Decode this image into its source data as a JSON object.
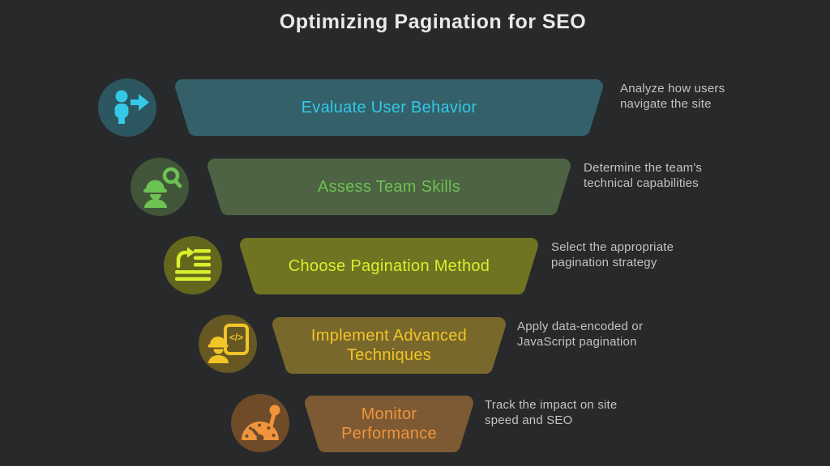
{
  "title": "Optimizing Pagination for SEO",
  "colors": {
    "background": "#27292a",
    "title_text": "#e9e9e9",
    "description_text": "#c3c3c3"
  },
  "steps": [
    {
      "label": "Evaluate User Behavior",
      "description": "Analyze how users navigate the site",
      "icon": "person-arrow-icon",
      "fill": "#336069",
      "accent": "#35c8e8",
      "circle": "#2c5660"
    },
    {
      "label": "Assess Team Skills",
      "description": "Determine the team's technical capabilities",
      "icon": "worker-search-icon",
      "fill": "#4d6343",
      "accent": "#6cc253",
      "circle": "#415639"
    },
    {
      "label": "Choose Pagination Method",
      "description": "Select the appropriate pagination strategy",
      "icon": "list-arrow-icon",
      "fill": "#6f7322",
      "accent": "#d9ef2e",
      "circle": "#64661e"
    },
    {
      "label": "Implement Advanced Techniques",
      "description": "Apply data-encoded or JavaScript pagination",
      "icon": "worker-code-icon",
      "fill": "#79682c",
      "accent": "#f2c526",
      "circle": "#665723"
    },
    {
      "label": "Monitor Performance",
      "description": "Track the impact on site speed and SEO",
      "icon": "speedometer-icon",
      "fill": "#7d5a33",
      "accent": "#f0953c",
      "circle": "#6f4b2a"
    }
  ]
}
